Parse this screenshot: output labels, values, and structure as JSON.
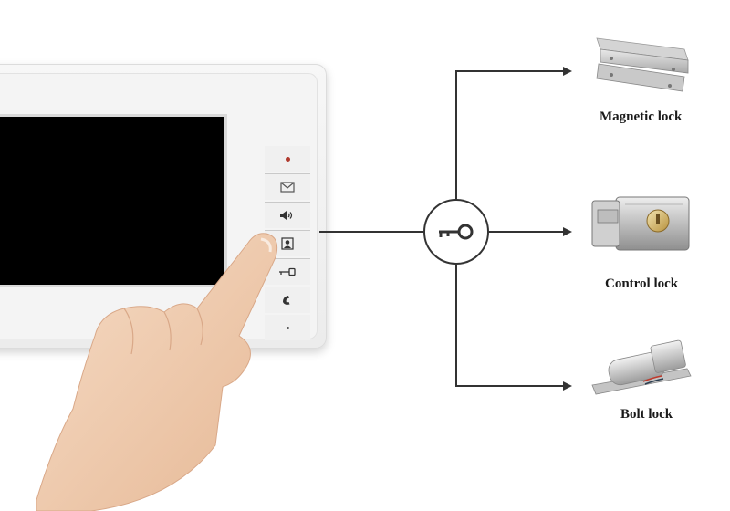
{
  "monitor": {
    "buttons": [
      {
        "icon": "indicator-led-icon"
      },
      {
        "icon": "envelope-icon"
      },
      {
        "icon": "speaker-icon"
      },
      {
        "icon": "contact-card-icon"
      },
      {
        "icon": "unlock-key-icon"
      },
      {
        "icon": "handset-icon"
      },
      {
        "icon": "dot-icon"
      }
    ]
  },
  "center": {
    "icon": "key-icon"
  },
  "locks": [
    {
      "label": "Magnetic lock",
      "icon": "magnetic-lock-icon"
    },
    {
      "label": "Control lock",
      "icon": "control-lock-icon"
    },
    {
      "label": "Bolt lock",
      "icon": "bolt-lock-icon"
    }
  ],
  "colors": {
    "line": "#333333",
    "screen": "#000000",
    "monitor_body": "#f2f2f2",
    "skin": "#efc9ad",
    "metal": "#c8c8c8"
  }
}
